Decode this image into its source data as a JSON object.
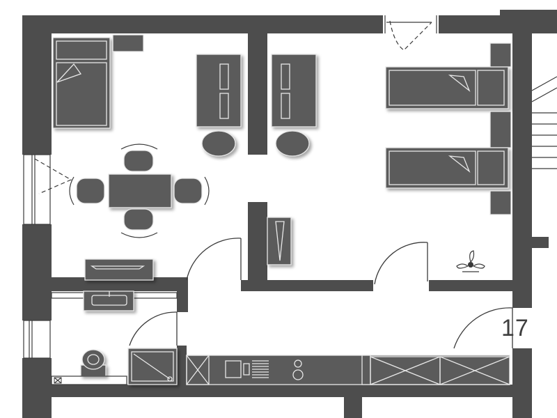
{
  "room_number": "17",
  "colors": {
    "wall": "#4d4d4d",
    "furniture": "#5b5b5b",
    "background": "#ffffff"
  },
  "elements": [
    "bed",
    "bed",
    "bed",
    "wardrobe",
    "wardrobe",
    "stool",
    "stool",
    "dining-table",
    "chair",
    "chair",
    "chair",
    "chair",
    "desk",
    "bathroom-sink",
    "toilet",
    "shower",
    "kitchen-counter",
    "stove",
    "kitchen-sink",
    "ceiling-fan-icon",
    "stairs",
    "door",
    "door",
    "door",
    "door",
    "door",
    "window",
    "window"
  ]
}
